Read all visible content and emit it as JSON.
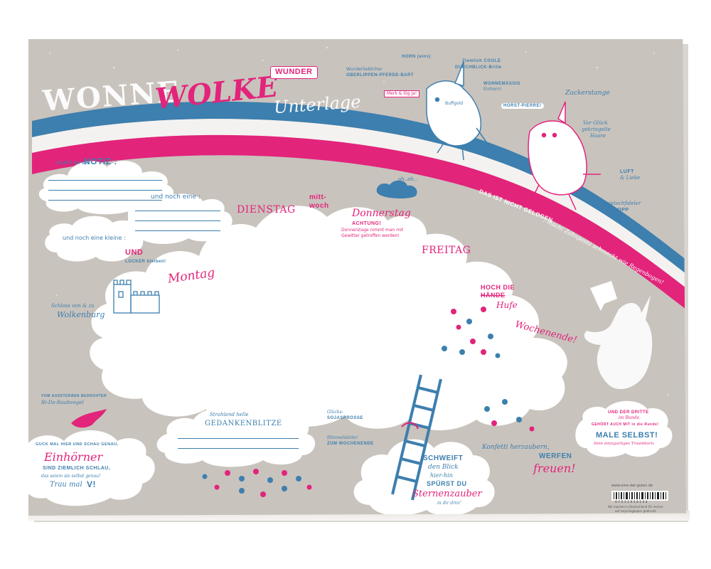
{
  "title": {
    "wonne": "WONNE",
    "wolke": "WOLKE",
    "unterlage": "Unterlage",
    "wunder": "WUNDER"
  },
  "notes": {
    "platz": "PLATZ für'ne",
    "notiz": "NOTIZ :",
    "noch_eine": "und noch eine :",
    "noch_eine_kleine": "und noch eine kleine :",
    "und": "UND",
    "locker": "LOCKER bleiben!"
  },
  "days": {
    "montag": "Montag",
    "dienstag": "DIENSTAG",
    "mittwoch_1": "mitt-",
    "mittwoch_2": "woch",
    "donnerstag": "Donnerstag",
    "achtung": "ACHTUNG!",
    "donnerstag_note_1": "Donnerstage nimmt man mit",
    "donnerstag_note_2": "Gewitter getroffen werden!",
    "freitag": "FREITAG",
    "hoch_die": "HOCH DIE",
    "haende": "HÄNDE",
    "hufe": "Hufe",
    "wochenende": "Wochenende!"
  },
  "rainbow": {
    "text_1": "DAS IST NICHT GELOGEN",
    "text_2": ", macht Zahnpasta schmeckt wie Regenbogen!"
  },
  "unicorn_labels": {
    "horn": "HORN (eins)",
    "ziemlich_1": "Ziemlich COOLE",
    "ziemlich_2": "DURCHBLICK-Brille",
    "wunder_1": "Wunderlieblicher",
    "wunder_2": "OBERLIPPEN-PFERDE-BART",
    "merk": "Merk & lög ja!",
    "wonnemaessig_1": "WONNEMÄSSIG",
    "wonnemaessig_2": "Einhorn!",
    "buff": "Buffgold",
    "horst": "HORST-PIERRE!",
    "zucker": "Zuckerstange",
    "glueck_1": "Vor Glück",
    "glueck_2": "gekringelte",
    "glueck_3": "Haare",
    "luft_1": "LUFT",
    "luft_2": "& Liebe",
    "galopp_1": "quietschfideler",
    "galopp_2": "GALOPP",
    "oh": "oh..oh.."
  },
  "castle": {
    "line_1": "Schloss von & zu",
    "line_2": "Wolkenburg"
  },
  "bird": {
    "line_1": "VOM AUSSTERBEN BEDROHTER",
    "line_2": "Ri-Da-Raubvogel"
  },
  "bottom_left": {
    "line_1": "GUCK MAL HIER UND SCHAU GENAU,",
    "einhoerner": "Einhörner",
    "line_3": "SIND ZIEMLICH SCHLAU,",
    "line_4": "das seiem sie selbst genau!",
    "trau": "Trau mal",
    "v": "V!"
  },
  "gedanken": {
    "line_1": "Strahlend helle",
    "line_2": "GEDANKENBLITZE"
  },
  "ladder": {
    "gluecks_1": "Glücks-",
    "gluecks_2": "SOJASPROSSE",
    "himmel_1": "Himmelsleiter",
    "himmel_2": "ZUM WOCHENENDE"
  },
  "bottom_center": {
    "line_1": "SCHWEIFT",
    "line_2": "den Blick",
    "line_3": "hier-hin",
    "line_4": "SPÜRST DU",
    "line_5": "Sternenzauber",
    "line_6": "in dir drin!"
  },
  "bottom_right": {
    "konfetti": "Konfetti herzaubern,",
    "werfen": "WERFEN",
    "freuen": "freuen!",
    "dritte_1": "UND DER DRITTE",
    "dritte_2": "im Bunde,",
    "dritte_3": "GEHÖRT AUCH MIT in die Runde!",
    "male": "MALE SELBST!",
    "einzig": "Dein einzigartiges Traumhorn.",
    "web": "www.eine-der-guten.de",
    "barcode_num": "0 7 5 1 1 0 1 4 1 2 4",
    "made_1": "Wir machen in Deutschland ZU meiner",
    "made_2": "auf recyclingpapier gedruckt"
  },
  "colors": {
    "blue": "#3d7fae",
    "pink": "#e2247b",
    "paper": "#c9c3bd",
    "cloud": "#ffffff"
  }
}
